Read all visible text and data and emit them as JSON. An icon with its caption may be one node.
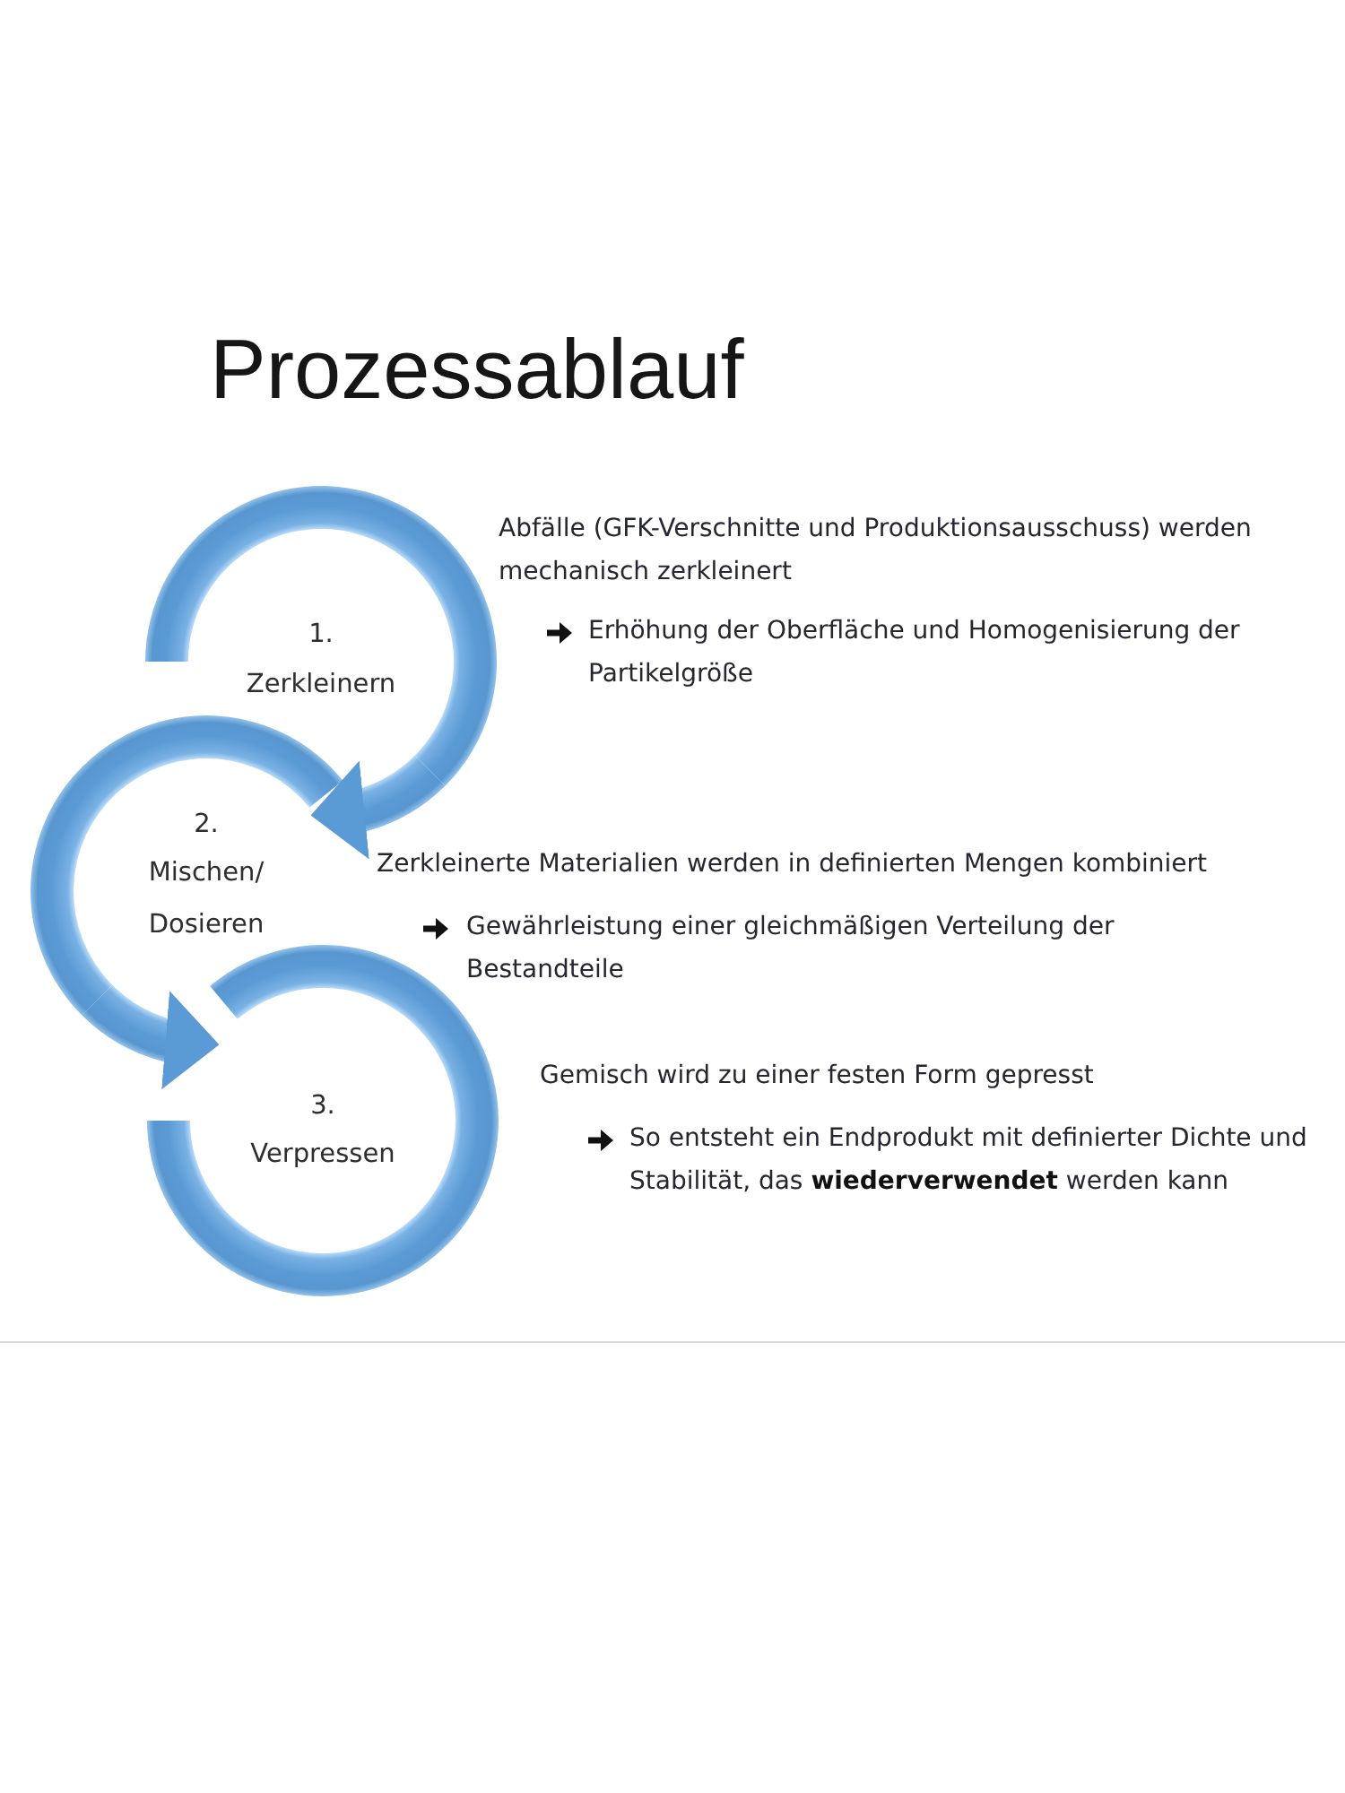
{
  "diagram": {
    "title": "Prozessablauf",
    "nodes": [
      {
        "text": [
          "1.",
          "Zerkleinern"
        ],
        "beside": [
          "Abfälle (GFK-Verschnitte und Produktionsausschuss) werden mechanisch zerkleinert",
          "Erhöhung der Oberfläche und Homogenisierung der Partikelgröße"
        ]
      },
      {
        "text": [
          "2.",
          "Mischen/ Dosieren"
        ],
        "beside": [
          "Zerkleinerte Materialien werden in definierten Mengen kombiniert"
        ]
      },
      {
        "text": [
          "3.",
          "Verpressen"
        ],
        "beside": [
          "Gemisch wird zu einer festen Form gepresst",
          "So entsteht ein Endprodukt mit definierter Dichte und Stabilität, das **wiederverwendet** werden kann"
        ]
      }
    ],
    "edges": [
      {
        "from": 0,
        "to": 1,
        "arrow": "to"
      },
      {
        "from": 1,
        "to": 2,
        "arrow": "to"
      }
    ],
    "labels": [
      "Gewährleistung einer gleichmäßigen Verteilung der Bestandteile"
    ]
  }
}
